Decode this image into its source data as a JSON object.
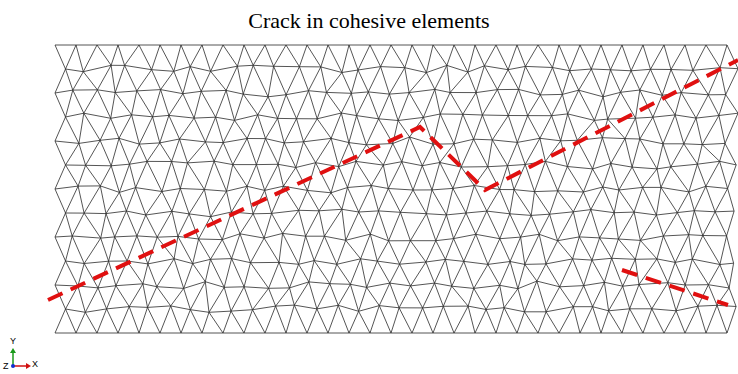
{
  "diagram": {
    "title": "Crack in cohesive elements",
    "labels": [
      "Y",
      "Z",
      "X"
    ]
  }
}
